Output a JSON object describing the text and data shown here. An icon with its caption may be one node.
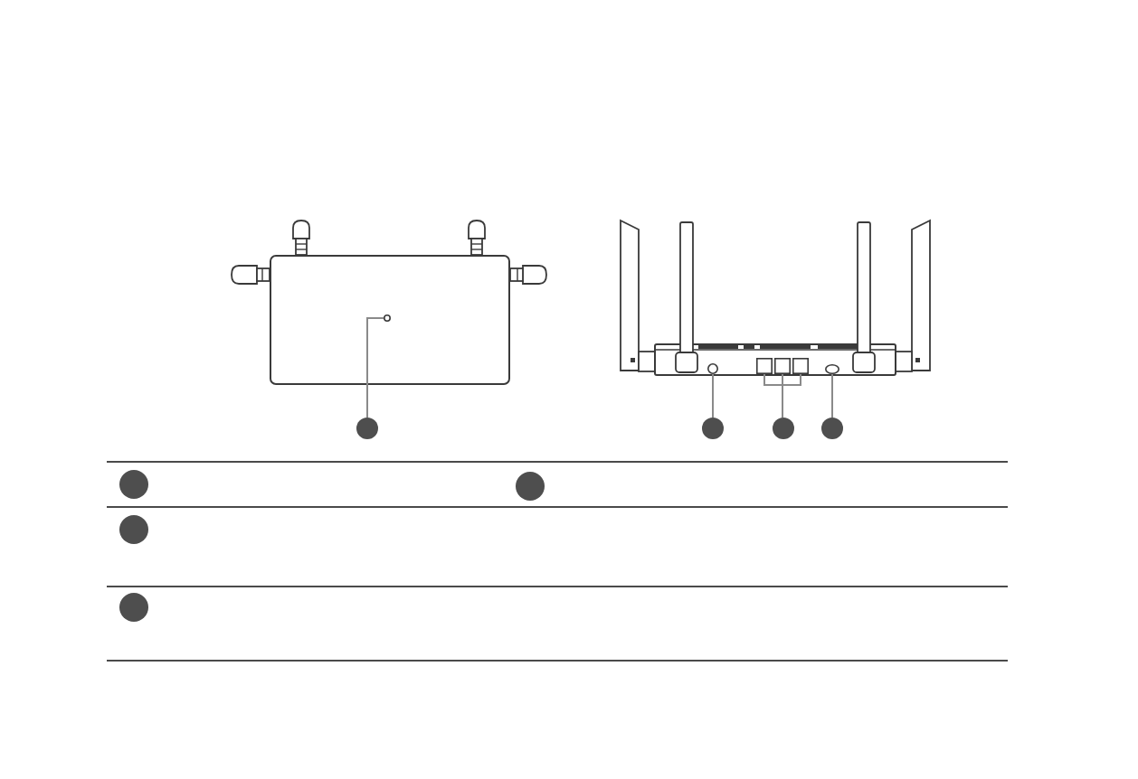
{
  "diagram": {
    "nodes": [
      {
        "text": [],
        "shape": "picture"
      },
      {
        "text": [],
        "shape": "circle",
        "in": 0
      },
      {
        "text": [],
        "shape": "picture"
      },
      {
        "text": [],
        "shape": "circle",
        "in": 2
      },
      {
        "text": [],
        "shape": "box",
        "in": 2
      },
      {
        "text": [],
        "shape": "box",
        "in": 2
      },
      {
        "text": [],
        "shape": "box",
        "in": 2
      },
      {
        "text": [],
        "shape": "circle",
        "in": 2
      },
      {
        "text": [],
        "shape": "circle"
      },
      {
        "text": [],
        "shape": "circle"
      },
      {
        "text": [],
        "shape": "circle"
      },
      {
        "text": [],
        "shape": "circle"
      },
      {
        "text": [],
        "shape": "circle"
      },
      {
        "text": [],
        "shape": "circle"
      },
      {
        "text": [],
        "shape": "circle"
      },
      {
        "text": [],
        "shape": "circle"
      }
    ],
    "edges": [
      {
        "from": 8,
        "to": 1,
        "arrow": "none"
      },
      {
        "from": 9,
        "to": 3,
        "arrow": "none"
      },
      {
        "from": 10,
        "to": 4,
        "arrow": "none"
      },
      {
        "from": 10,
        "to": 5,
        "arrow": "none"
      },
      {
        "from": 10,
        "to": 6,
        "arrow": "none"
      },
      {
        "from": 11,
        "to": 7,
        "arrow": "none"
      }
    ]
  }
}
